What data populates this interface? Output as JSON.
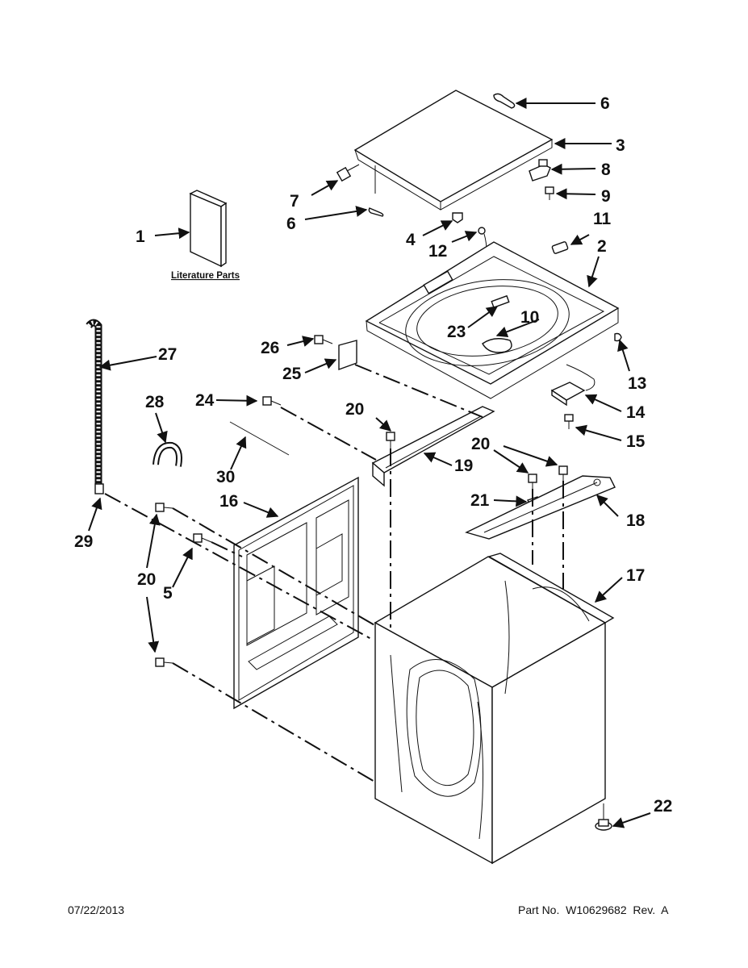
{
  "diagram": {
    "callouts": {
      "c1": "1",
      "c2": "2",
      "c3": "3",
      "c4": "4",
      "c5": "5",
      "c6a": "6",
      "c6b": "6",
      "c7": "7",
      "c8": "8",
      "c9": "9",
      "c10": "10",
      "c11": "11",
      "c12": "12",
      "c13": "13",
      "c14": "14",
      "c15": "15",
      "c16": "16",
      "c17": "17",
      "c18": "18",
      "c19": "19",
      "c20a": "20",
      "c20b": "20",
      "c20c": "20",
      "c21": "21",
      "c22": "22",
      "c23": "23",
      "c24": "24",
      "c25": "25",
      "c26": "26",
      "c27": "27",
      "c28": "28",
      "c29": "29",
      "c30": "30"
    },
    "literature_label": "Literature Parts"
  },
  "footer": {
    "date": "07/22/2013",
    "part_number": "Part No.  W10629682  Rev.  A"
  }
}
